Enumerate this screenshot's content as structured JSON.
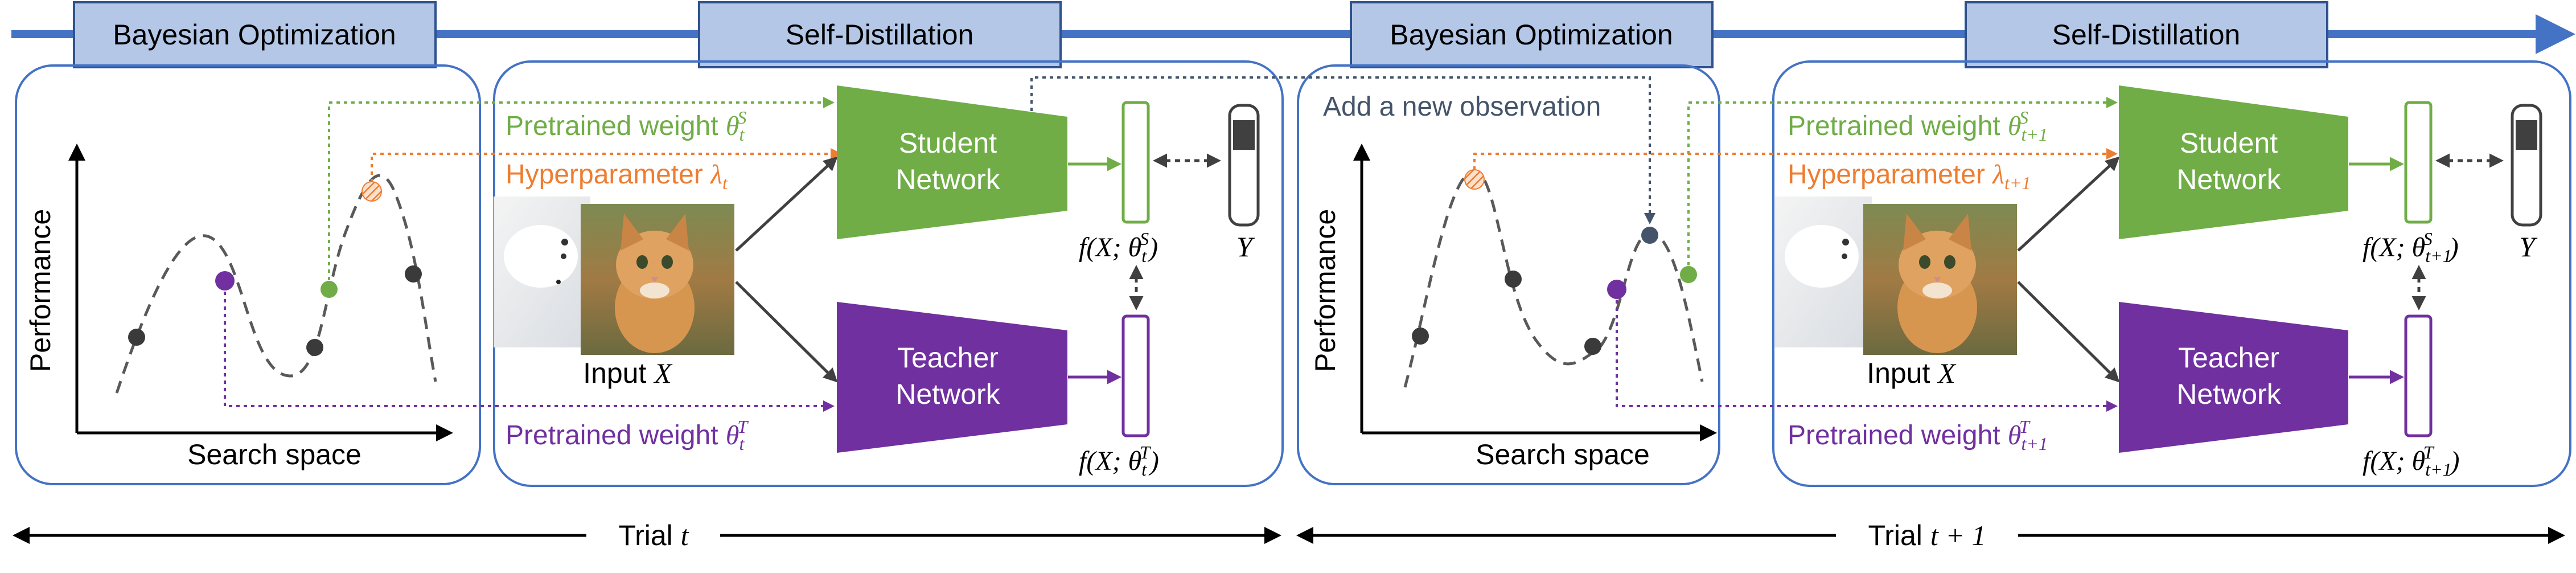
{
  "stages": {
    "bo_label": "Bayesian Optimization",
    "sd_label": "Self-Distillation"
  },
  "plot": {
    "ylabel": "Performance",
    "xlabel": "Search space"
  },
  "trial1": {
    "pretrained_student_prefix": "Pretrained weight ",
    "student_weight_symbol": "θ",
    "student_weight_sub": "t",
    "student_weight_sup": "S",
    "hyperparameter_prefix": "Hyperparameter ",
    "hyperparameter_symbol": "λ",
    "hyperparameter_sub": "t",
    "pretrained_teacher_prefix": "Pretrained weight ",
    "teacher_weight_symbol": "θ",
    "teacher_weight_sub": "t",
    "teacher_weight_sup": "T",
    "student_output": "f(X; θ",
    "student_output_sub": "t",
    "student_output_sup": "S",
    "student_output_close": ")",
    "teacher_output": "f(X; θ",
    "teacher_output_sub": "t",
    "teacher_output_sup": "T",
    "teacher_output_close": ")"
  },
  "trial2": {
    "new_observation": "Add a new observation",
    "pretrained_student_prefix": "Pretrained weight ",
    "student_weight_symbol": "θ",
    "student_weight_sub": "t+1",
    "student_weight_sup": "S",
    "hyperparameter_prefix": "Hyperparameter ",
    "hyperparameter_symbol": "λ",
    "hyperparameter_sub": "t+1",
    "pretrained_teacher_prefix": "Pretrained weight ",
    "teacher_weight_symbol": "θ",
    "teacher_weight_sub": "t+1",
    "teacher_weight_sup": "T",
    "student_output": "f(X; θ",
    "student_output_sub": "t+1",
    "student_output_sup": "S",
    "student_output_close": ")",
    "teacher_output": "f(X; θ",
    "teacher_output_sub": "t+1",
    "teacher_output_sup": "T",
    "teacher_output_close": ")"
  },
  "network": {
    "student_line1": "Student",
    "student_line2": "Network",
    "teacher_line1": "Teacher",
    "teacher_line2": "Network",
    "input_prefix": "Input ",
    "input_symbol": "X",
    "label_symbol": "Y"
  },
  "timeline": {
    "trial1_prefix": "Trial ",
    "trial1_symbol": "t",
    "trial2_prefix": "Trial ",
    "trial2_symbol": "t + 1"
  },
  "colors": {
    "green": "#70ad47",
    "orange": "#ed7d31",
    "purple": "#7030a0",
    "blue": "#4472c4",
    "box_blue": "#b4c7e7",
    "slate": "#44546a",
    "dark": "#404040"
  },
  "icons": {
    "input_image": "kitten-photo-icon",
    "background_image": "white-dog-photo-icon",
    "label_bar": "label-bar-icon"
  }
}
